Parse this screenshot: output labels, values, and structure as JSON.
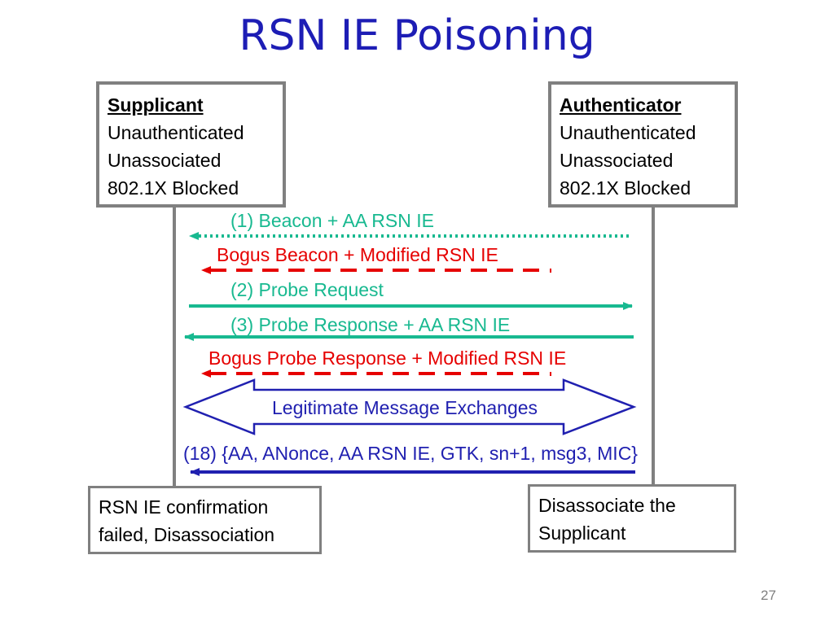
{
  "title": "RSN IE Poisoning",
  "supplicant": {
    "heading": "Supplicant",
    "lines": [
      "Unauthenticated",
      "Unassociated",
      "802.1X Blocked"
    ]
  },
  "authenticator": {
    "heading": "Authenticator",
    "lines": [
      "Unauthenticated",
      "Unassociated",
      "802.1X Blocked"
    ]
  },
  "messages": {
    "m1": "(1)  Beacon + AA RSN IE",
    "bogus_beacon": "Bogus Beacon + Modified RSN IE",
    "m2": "(2)  Probe Request",
    "m3": "(3)  Probe Response + AA RSN IE",
    "bogus_probe": "Bogus Probe Response + Modified RSN IE",
    "legit": "Legitimate Message Exchanges",
    "m18": "(18) {AA, ANonce, AA RSN IE, GTK, sn+1, msg3, MIC}"
  },
  "outcomes": {
    "supplicant": [
      "RSN IE confirmation",
      "failed, Disassociation"
    ],
    "authenticator": [
      "Disassociate the",
      "Supplicant"
    ]
  },
  "page_number": "27",
  "colors": {
    "title": "#1d1db5",
    "teal": "#18b990",
    "red": "#e60000",
    "blue": "#2020b0",
    "border": "#808080"
  }
}
